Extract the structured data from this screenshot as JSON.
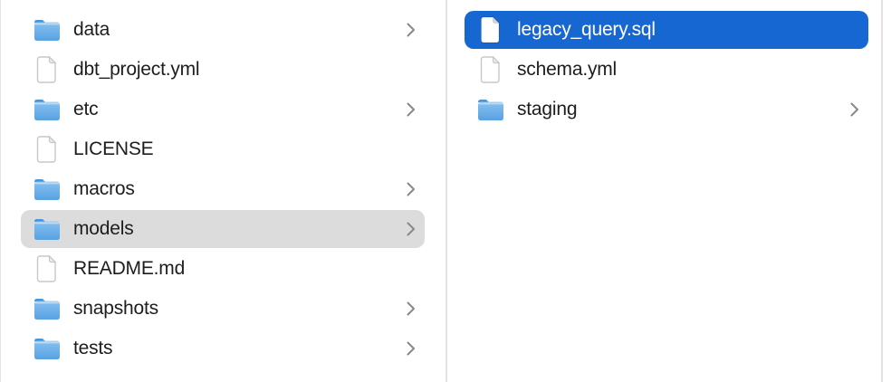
{
  "app": {
    "name": "Finder column view",
    "view": "columns"
  },
  "colors": {
    "background": "#ffffff",
    "selection_blue": "#1667d2",
    "selection_gray": "#dcdcdc",
    "text": "#1d1d1f",
    "text_selected": "#ffffff",
    "chevron": "#88888d",
    "divider": "#e3e3e3",
    "folder_blue_top": "#86c1f0",
    "folder_blue_bottom": "#58a1e3",
    "folder_tab": "#4d95d8"
  },
  "columns": [
    {
      "name": "project-root-column",
      "items": [
        {
          "label": "data",
          "type": "folder",
          "icon": "folder-icon",
          "chevron": true,
          "selected": false
        },
        {
          "label": "dbt_project.yml",
          "type": "file",
          "icon": "file-icon",
          "chevron": false,
          "selected": false
        },
        {
          "label": "etc",
          "type": "folder",
          "icon": "folder-icon",
          "chevron": true,
          "selected": false
        },
        {
          "label": "LICENSE",
          "type": "file",
          "icon": "file-icon",
          "chevron": false,
          "selected": false
        },
        {
          "label": "macros",
          "type": "folder",
          "icon": "folder-icon",
          "chevron": true,
          "selected": false
        },
        {
          "label": "models",
          "type": "folder",
          "icon": "folder-icon",
          "chevron": true,
          "selected": true,
          "selection_style": "inactive"
        },
        {
          "label": "README.md",
          "type": "file",
          "icon": "file-icon",
          "chevron": false,
          "selected": false
        },
        {
          "label": "snapshots",
          "type": "folder",
          "icon": "folder-icon",
          "chevron": true,
          "selected": false
        },
        {
          "label": "tests",
          "type": "folder",
          "icon": "folder-icon",
          "chevron": true,
          "selected": false
        }
      ]
    },
    {
      "name": "models-folder-column",
      "items": [
        {
          "label": "legacy_query.sql",
          "type": "file",
          "icon": "file-icon",
          "chevron": false,
          "selected": true,
          "selection_style": "active"
        },
        {
          "label": "schema.yml",
          "type": "file",
          "icon": "file-icon",
          "chevron": false,
          "selected": false
        },
        {
          "label": "staging",
          "type": "folder",
          "icon": "folder-icon",
          "chevron": true,
          "selected": false
        }
      ]
    }
  ]
}
